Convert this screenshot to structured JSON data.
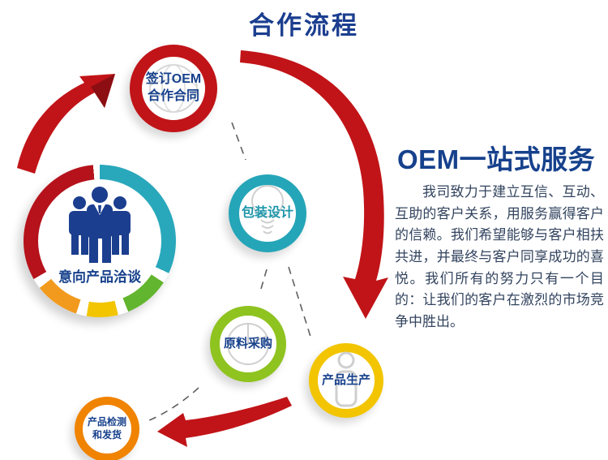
{
  "title": "合作流程",
  "heading": "OEM一站式服务",
  "paragraph": "我司致力于建立互信、互动、互助的客户关系，用服务赢得客户的信赖。我们希望能够与客户相扶共进，并最终与客户同享成功的喜悦。我们所有的努力只有一个目的：让我们的客户在激烈的市场竞争中胜出。",
  "nodes": [
    {
      "id": "sign-contract",
      "label": "签订OEM\n合作合同",
      "ring_color": "#c11418",
      "icon": "globe-icon"
    },
    {
      "id": "negotiation",
      "label": "意向产品洽谈",
      "ring_colors": [
        "#29a8bb",
        "#62b52e",
        "#f2c500",
        "#f29a1d",
        "#b5121b"
      ],
      "icon": "people-icon"
    },
    {
      "id": "packaging",
      "label": "包装设计",
      "ring_color": "#25a5b8",
      "icon": "lightbulb-icon"
    },
    {
      "id": "materials",
      "label": "原料采购",
      "ring_color": "#8fc320",
      "icon": "pie-chart-icon"
    },
    {
      "id": "production",
      "label": "产品生产",
      "ring_color": "#f2c500",
      "icon": "person-icon"
    },
    {
      "id": "inspection",
      "label": "产品检测\n和发货",
      "ring_color": "#f08300",
      "icon": "none"
    }
  ],
  "colors": {
    "accent_red": "#c11418",
    "navy": "#1b3e8f",
    "teal": "#25a5b8",
    "green": "#8fc320",
    "yellow": "#f2c500",
    "orange": "#f08300",
    "body_text": "#33445f"
  }
}
